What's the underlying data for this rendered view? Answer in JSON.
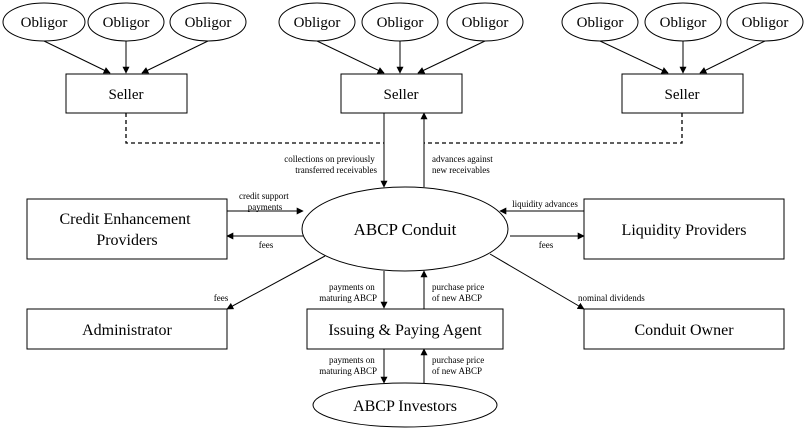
{
  "nodes": {
    "obligor": "Obligor",
    "seller": "Seller",
    "conduit": "ABCP Conduit",
    "credit_enhancement": [
      "Credit Enhancement",
      "Providers"
    ],
    "liquidity": "Liquidity Providers",
    "administrator": "Administrator",
    "ipa": "Issuing & Paying Agent",
    "owner": "Conduit Owner",
    "investors": "ABCP Investors"
  },
  "edges": {
    "collections": [
      "collections on previously",
      "transferred receivables"
    ],
    "advances": [
      "advances against",
      "new receivables"
    ],
    "credit_support": [
      "credit support",
      "payments"
    ],
    "fees": "fees",
    "liquidity_advances": "liquidity advances",
    "payments_maturing": [
      "payments on",
      "maturing ABCP"
    ],
    "purchase_price": [
      "purchase price",
      "of new ABCP"
    ],
    "nominal_dividends": "nominal dividends"
  }
}
